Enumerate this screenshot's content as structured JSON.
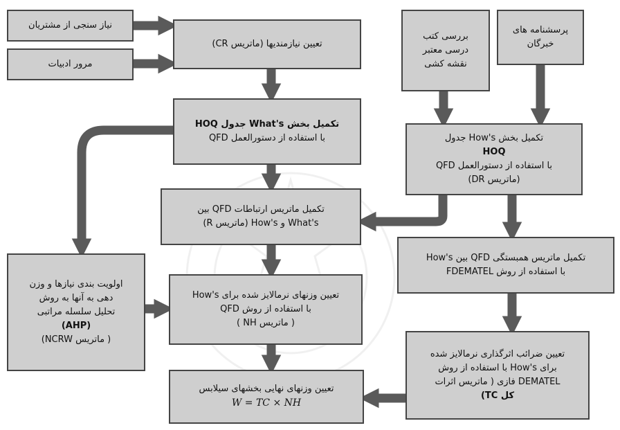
{
  "colors": {
    "box_fill": "#cfcfcf",
    "box_border": "#444444",
    "arrow": "#5a5a5a",
    "text": "#111111"
  },
  "boxes": {
    "needs_survey": {
      "lines": [
        "نیاز سنجی از مشتریان"
      ]
    },
    "literature_review": {
      "lines": [
        "مرور ادبیات"
      ]
    },
    "textbook_review": {
      "lines": [
        "بررسی کتب",
        "درسی معتبر",
        "نقشه کشی"
      ]
    },
    "expert_questionnaire": {
      "lines": [
        "پرسشنامه های",
        "خبرگان"
      ]
    },
    "determine_needs": {
      "lines": [
        "تعیین نیازمندیها (ماتریس CR)"
      ]
    },
    "whats_section": {
      "lines": [
        "تکمیل بخش What's جدول HOQ",
        "با استفاده از دستورالعمل QFD"
      ]
    },
    "hows_section": {
      "lines": [
        "تکمیل بخش How's جدول",
        "HOQ",
        "با استفاده از دستورالعمل QFD",
        "(ماتریس DR)"
      ]
    },
    "relations_matrix": {
      "lines": [
        "تکمیل ماتریس ارتباطات QFD بین",
        "What's و How's (ماتریس R)"
      ]
    },
    "correlation_matrix": {
      "lines": [
        "تکمیل ماتریس همبستگی QFD بین How's",
        "با استفاده از روش FDEMATEL"
      ]
    },
    "ahp_priority": {
      "lines": [
        "اولویت بندی نیازها و وزن",
        "دهی به آنها به روش",
        "تحلیل سلسله مراتبی",
        "(AHP)",
        "( ماتریس NCRW)"
      ]
    },
    "normalized_weights": {
      "lines": [
        "تعیین وزنهای نرمالایز شده برای How's",
        "با استفاده از روش QFD",
        "( ماتریس NH )"
      ]
    },
    "influence_coefficients": {
      "lines": [
        "تعیین ضرائب اثرگذاری نرمالایز شده",
        "برای How's با استفاده از روش",
        "DEMATEL فازی ( ماتریس اثرات",
        "کل TC)"
      ]
    },
    "final_weights": {
      "lines": [
        "تعیین وزنهای نهایی بخشهای سیلابس"
      ],
      "formula": "W = TC × NH"
    }
  }
}
